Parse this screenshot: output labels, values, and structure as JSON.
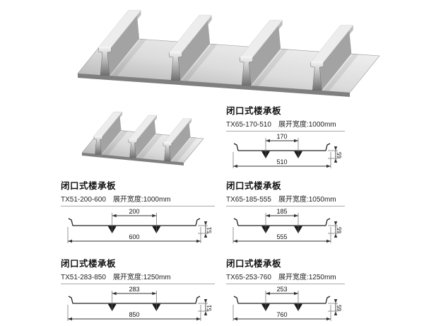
{
  "page": {
    "background": "#ffffff"
  },
  "colors": {
    "line": "#222222",
    "metal_light": "#ededed",
    "metal_dark": "#7a7a7a"
  },
  "specs": [
    {
      "title": "闭口式楼承板",
      "model": "TX65-170-510",
      "width_label": "展开宽度:1000mm",
      "dim_top": "170",
      "dim_height": "65",
      "dim_width": "510"
    },
    {
      "title": "闭口式楼承板",
      "model": "TX51-200-600",
      "width_label": "展开宽度:1000mm",
      "dim_top": "200",
      "dim_height": "51",
      "dim_width": "600"
    },
    {
      "title": "闭口式楼承板",
      "model": "TX65-185-555",
      "width_label": "展开宽度:1050mm",
      "dim_top": "185",
      "dim_height": "65",
      "dim_width": "555"
    },
    {
      "title": "闭口式楼承板",
      "model": "TX51-283-850",
      "width_label": "展开宽度:1250mm",
      "dim_top": "283",
      "dim_height": "51",
      "dim_width": "850"
    },
    {
      "title": "闭口式楼承板",
      "model": "TX65-253-760",
      "width_label": "展开宽度:1250mm",
      "dim_top": "253",
      "dim_height": "65",
      "dim_width": "760"
    }
  ]
}
